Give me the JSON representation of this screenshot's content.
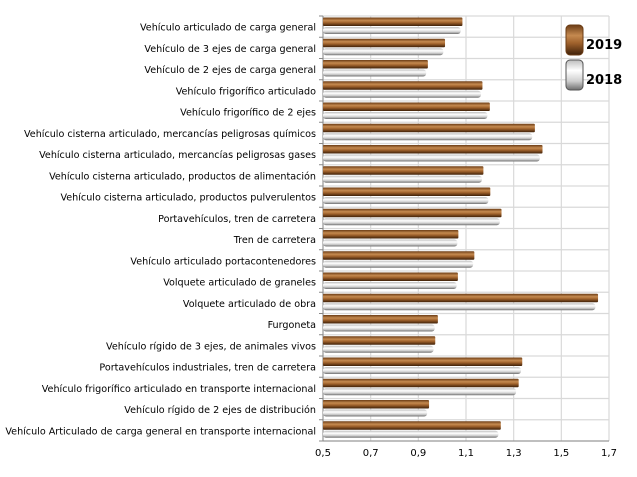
{
  "chart_data": {
    "type": "bar",
    "orientation": "horizontal",
    "categories": [
      "Vehículo articulado de carga general",
      "Vehículo de 3 ejes de carga general",
      "Vehículo de 2 ejes de carga general",
      "Vehículo frigorífico articulado",
      "Vehículo frigorífico de 2 ejes",
      "Vehículo cisterna articulado, mercancías peligrosas químicos",
      "Vehículo cisterna articulado, mercancías peligrosas gases",
      "Vehículo cisterna articulado, productos de alimentación",
      "Vehículo cisterna articulado, productos pulverulentos",
      "Portavehículos, tren de carretera",
      "Tren de carretera",
      "Vehículo articulado portacontenedores",
      "Volquete articulado de graneles",
      "Volquete articulado de obra",
      "Furgoneta",
      "Vehículo rígido de 3 ejes, de animales vivos",
      "Portavehículos industriales, tren de carretera",
      "Vehículo frigorífico articulado en transporte internacional",
      "Vehículo rígido de 2 ejes de distribución",
      "Vehículo Articulado de carga general en transporte internacional"
    ],
    "series": [
      {
        "name": "2019",
        "color": "#9a5f2c",
        "values": [
          1.085,
          1.012,
          0.94,
          1.169,
          1.2,
          1.389,
          1.421,
          1.173,
          1.202,
          1.249,
          1.068,
          1.135,
          1.066,
          1.654,
          0.982,
          0.971,
          1.336,
          1.321,
          0.945,
          1.246
        ]
      },
      {
        "name": "2018",
        "color": "#d8d8d8",
        "values": [
          1.078,
          1.005,
          0.933,
          1.163,
          1.19,
          1.378,
          1.41,
          1.167,
          1.194,
          1.242,
          1.064,
          1.13,
          1.061,
          1.643,
          0.969,
          0.964,
          1.331,
          1.31,
          0.937,
          1.236
        ]
      }
    ],
    "xlim": [
      0.5,
      1.7
    ],
    "xticks": [
      "0,5",
      "0,7",
      "0,9",
      "1,1",
      "1,3",
      "1,5",
      "1,7"
    ],
    "xtick_values": [
      0.5,
      0.7,
      0.9,
      1.1,
      1.3,
      1.5,
      1.7
    ],
    "grid": true,
    "legend": "top-right",
    "title": "",
    "xlabel": "",
    "ylabel": ""
  }
}
